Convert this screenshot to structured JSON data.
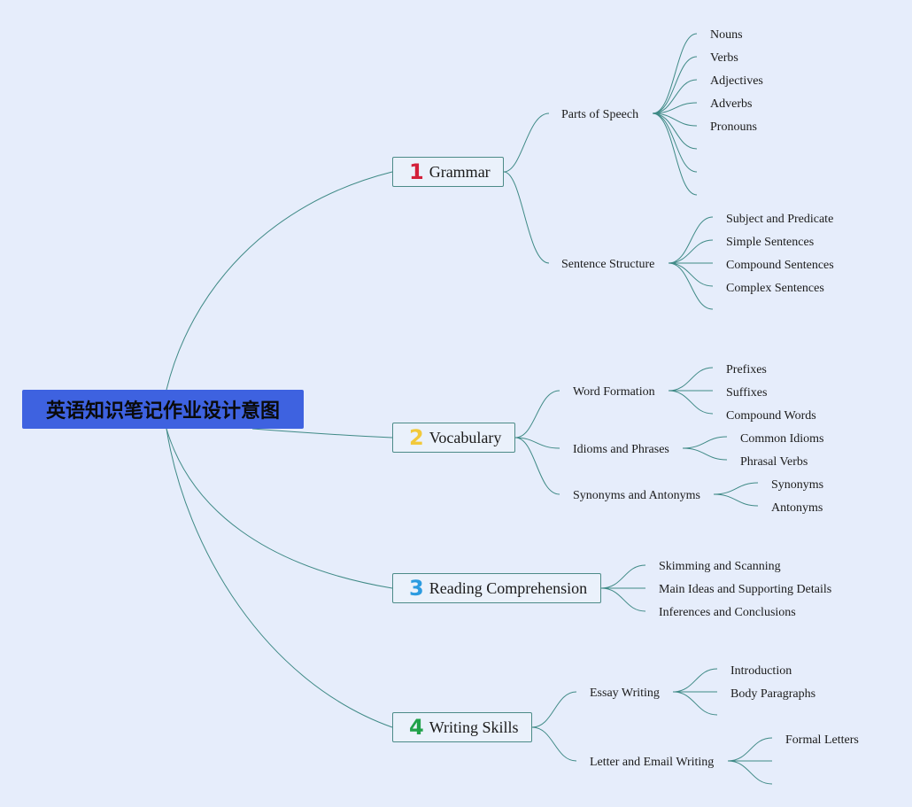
{
  "title": "英语知识笔记作业设计意图",
  "colors": {
    "background": "#e6edfb",
    "root_fill": "#3e62e0",
    "connector": "#3f8a86",
    "num1": "#d3203a",
    "num2": "#f2c93b",
    "num3": "#2b9be0",
    "num4": "#21a24a"
  },
  "branches": [
    {
      "number": "1",
      "label": "Grammar",
      "children": [
        {
          "label": "Parts of Speech",
          "children": [
            "Nouns",
            "Verbs",
            "Adjectives",
            "Adverbs",
            "Pronouns",
            "",
            "",
            ""
          ]
        },
        {
          "label": "Sentence Structure",
          "children": [
            "Subject and Predicate",
            "Simple Sentences",
            "Compound Sentences",
            "Complex Sentences",
            ""
          ]
        }
      ]
    },
    {
      "number": "2",
      "label": "Vocabulary",
      "children": [
        {
          "label": "Word Formation",
          "children": [
            "Prefixes",
            "Suffixes",
            "Compound Words"
          ]
        },
        {
          "label": "Idioms and Phrases",
          "children": [
            "Common Idioms",
            "Phrasal Verbs"
          ]
        },
        {
          "label": "Synonyms and Antonyms",
          "children": [
            "Synonyms",
            "Antonyms"
          ]
        }
      ]
    },
    {
      "number": "3",
      "label": "Reading Comprehension",
      "children": [
        "Skimming and Scanning",
        "Main Ideas and Supporting Details",
        "Inferences and Conclusions"
      ]
    },
    {
      "number": "4",
      "label": "Writing Skills",
      "children": [
        {
          "label": "Essay Writing",
          "children": [
            "Introduction",
            "Body Paragraphs",
            ""
          ]
        },
        {
          "label": "Letter and Email Writing",
          "children": [
            "Formal Letters",
            "",
            ""
          ]
        }
      ]
    }
  ]
}
